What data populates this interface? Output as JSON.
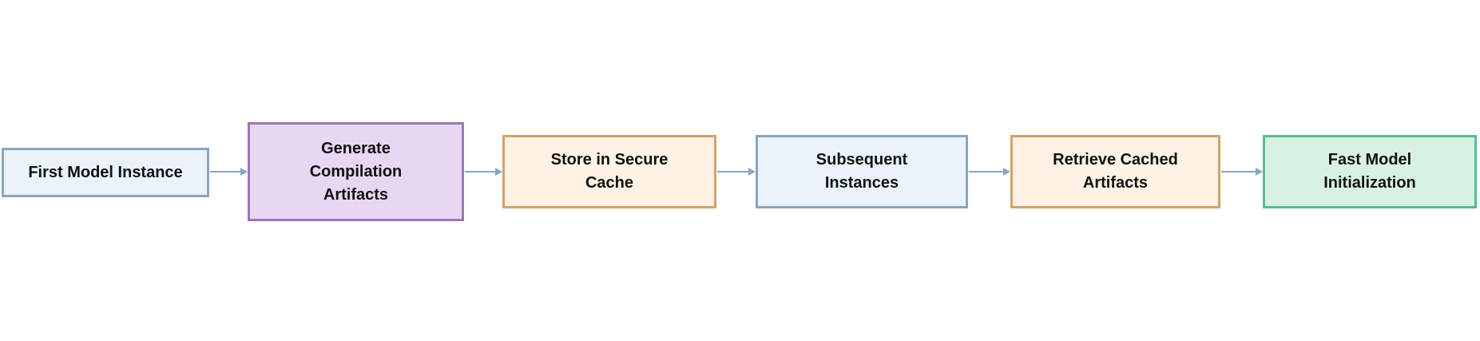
{
  "diagram": {
    "type": "flowchart",
    "direction": "left-to-right",
    "background": "#ffffff",
    "arrow_color": "#8ba6bf",
    "text_color": "#111111",
    "nodes": [
      {
        "id": "first-model-instance",
        "label": "First Model Instance",
        "fill": "#e9f3f9",
        "border": "#8aa5c0"
      },
      {
        "id": "generate-compilation-artifacts",
        "label": "Generate\nCompilation\nArtifacts",
        "fill": "#e7d7f2",
        "border": "#9b76b6"
      },
      {
        "id": "store-in-secure-cache",
        "label": "Store in Secure\nCache",
        "fill": "#fdf2e3",
        "border": "#d6a367"
      },
      {
        "id": "subsequent-instances",
        "label": "Subsequent\nInstances",
        "fill": "#e9f3f9",
        "border": "#8aa5c0"
      },
      {
        "id": "retrieve-cached-artifacts",
        "label": "Retrieve Cached\nArtifacts",
        "fill": "#fdf2e3",
        "border": "#d6a367"
      },
      {
        "id": "fast-model-initialization",
        "label": "Fast Model\nInitialization",
        "fill": "#d7f2e2",
        "border": "#57bd90"
      }
    ],
    "edges": [
      {
        "from": "first-model-instance",
        "to": "generate-compilation-artifacts"
      },
      {
        "from": "generate-compilation-artifacts",
        "to": "store-in-secure-cache"
      },
      {
        "from": "store-in-secure-cache",
        "to": "subsequent-instances"
      },
      {
        "from": "subsequent-instances",
        "to": "retrieve-cached-artifacts"
      },
      {
        "from": "retrieve-cached-artifacts",
        "to": "fast-model-initialization"
      }
    ]
  }
}
